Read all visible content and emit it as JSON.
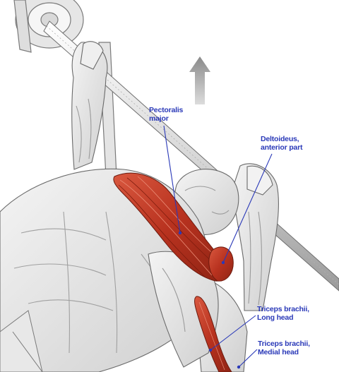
{
  "illustration": {
    "subject": "bench-press-anatomy-illustration",
    "accent_color": "#2a39b8",
    "muscle_color": "#b8321f",
    "icon": "up-arrow-icon"
  },
  "labels": {
    "pectoralis": {
      "line1": "Pectoralis",
      "line2": "major"
    },
    "deltoideus": {
      "line1": "Deltoideus,",
      "line2": "anterior part"
    },
    "triceps_long": {
      "line1": "Triceps brachii,",
      "line2": "Long head"
    },
    "triceps_medial": {
      "line1": "Triceps brachii,",
      "line2": "Medial head"
    }
  }
}
